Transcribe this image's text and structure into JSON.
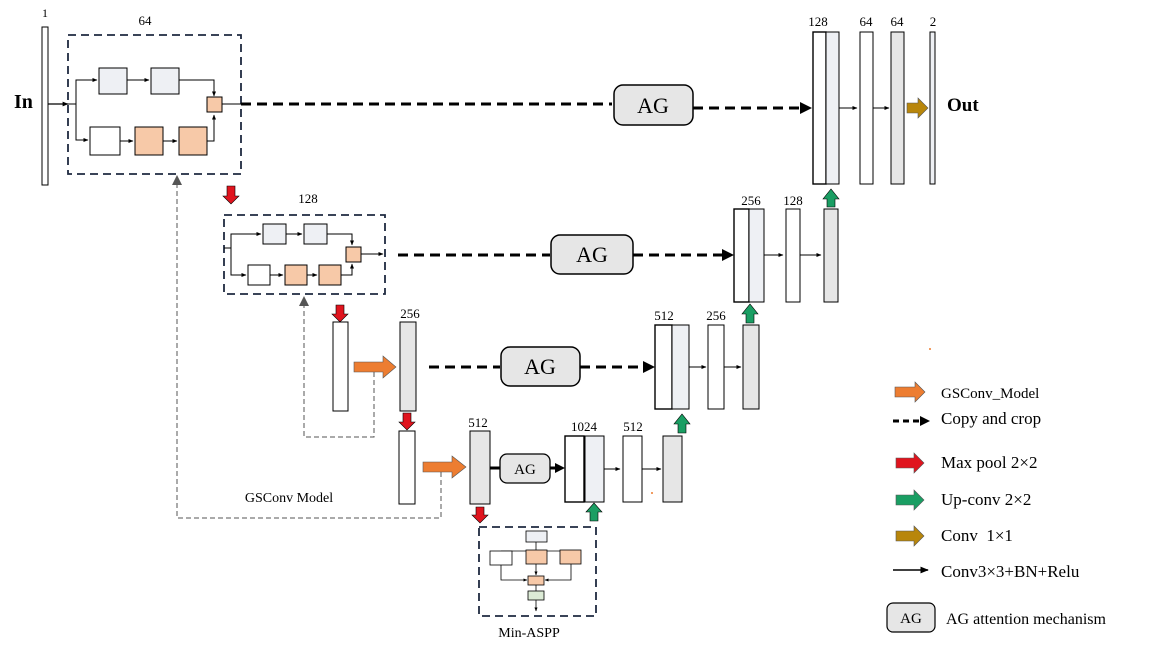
{
  "colors": {
    "gray_fill": "#e6e6e6",
    "light_gray": "#eef0f4",
    "peach": "#f7c9a8",
    "mint": "#dcebd6",
    "orange_arrow": "#ed7d31",
    "red_arrow": "#e0141e",
    "green_arrow": "#1a9e63",
    "olive_arrow": "#b8860b",
    "dashed_box": "#1f2a40"
  },
  "labels": {
    "input": "In",
    "output": "Out",
    "gsconv_model": "GSConv Model",
    "min_aspp": "Min-ASPP",
    "ag": "AG"
  },
  "channels": {
    "in": "1",
    "enc1": "64",
    "enc2": "128",
    "enc3": "256",
    "enc4": "512",
    "bottleneck": "1024",
    "bottleneck_out": "512",
    "dec4_concat": "512",
    "dec4_out": "256",
    "dec3_concat": "256",
    "dec3_out": "128",
    "dec2_concat": "128",
    "dec2_a": "64",
    "dec2_b": "64",
    "out": "2"
  },
  "legend": {
    "gsconv": "GSConv_Model",
    "copy_crop": "Copy and crop",
    "maxpool": "Max pool 2×2",
    "upconv": "Up-conv 2×2",
    "conv1x1": "Conv  1×1",
    "conv3x3": "Conv3×3+BN+Relu",
    "ag_box": "AG",
    "ag_text": "AG attention mechanism"
  }
}
